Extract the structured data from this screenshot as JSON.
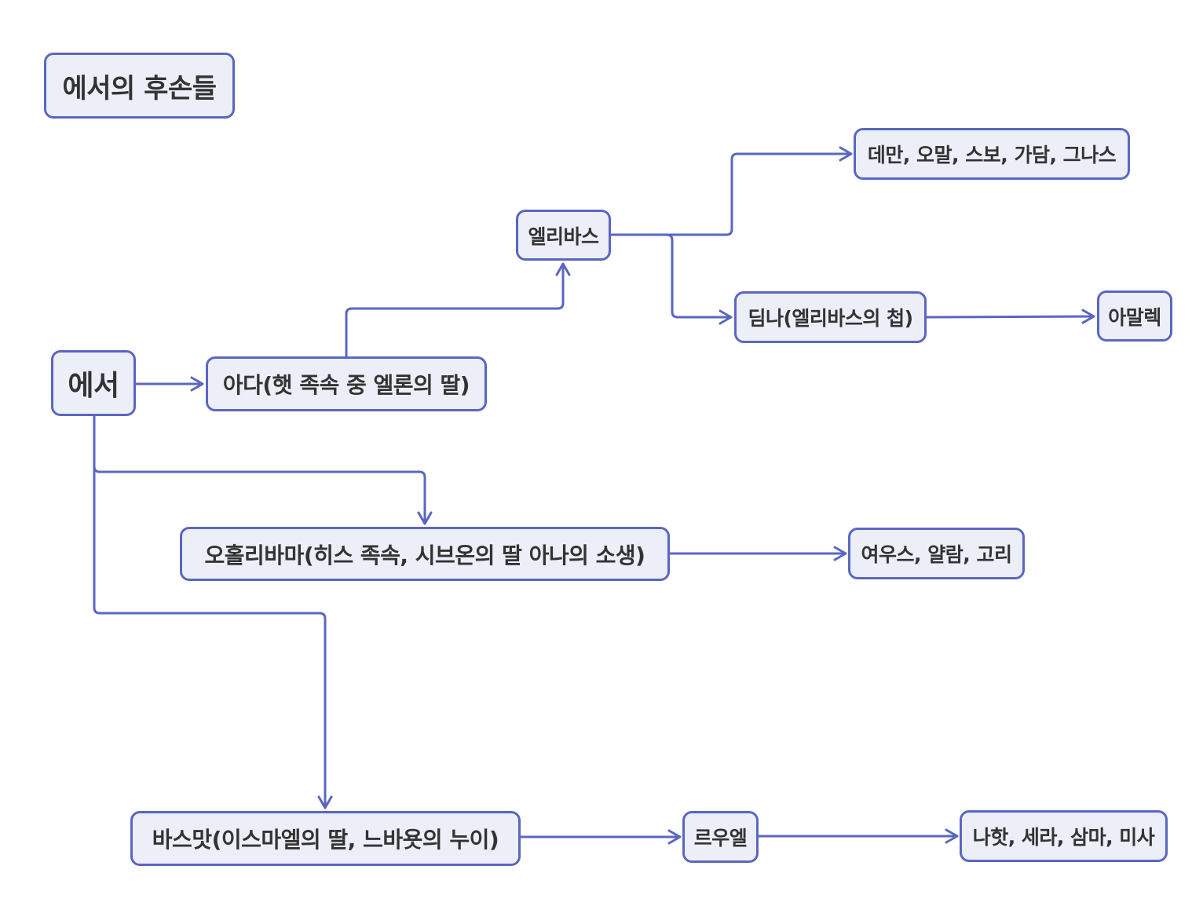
{
  "title": "에서의 후손들",
  "colors": {
    "edge": "#5a67c0",
    "node_fill": "#eceef8",
    "node_border": "#5a67c0",
    "text": "#333333"
  },
  "nodes": {
    "esau": "에서",
    "adah": "아다(햇 족속 중 엘론의 딸)",
    "eliphaz": "엘리바스",
    "teman_group": "데만, 오말, 스보, 가담, 그나스",
    "timna": "딤나(엘리바스의 첩)",
    "amalek": "아말렉",
    "oholibamah": "오홀리바마(히스 족속, 시브온의 딸 아나의 소생)",
    "jeush_group": "여우스, 얄람, 고리",
    "basemath": "바스맛(이스마엘의 딸, 느바욧의 누이)",
    "reuel": "르우엘",
    "nahath_group": "나핫, 세라, 삼마, 미사"
  }
}
